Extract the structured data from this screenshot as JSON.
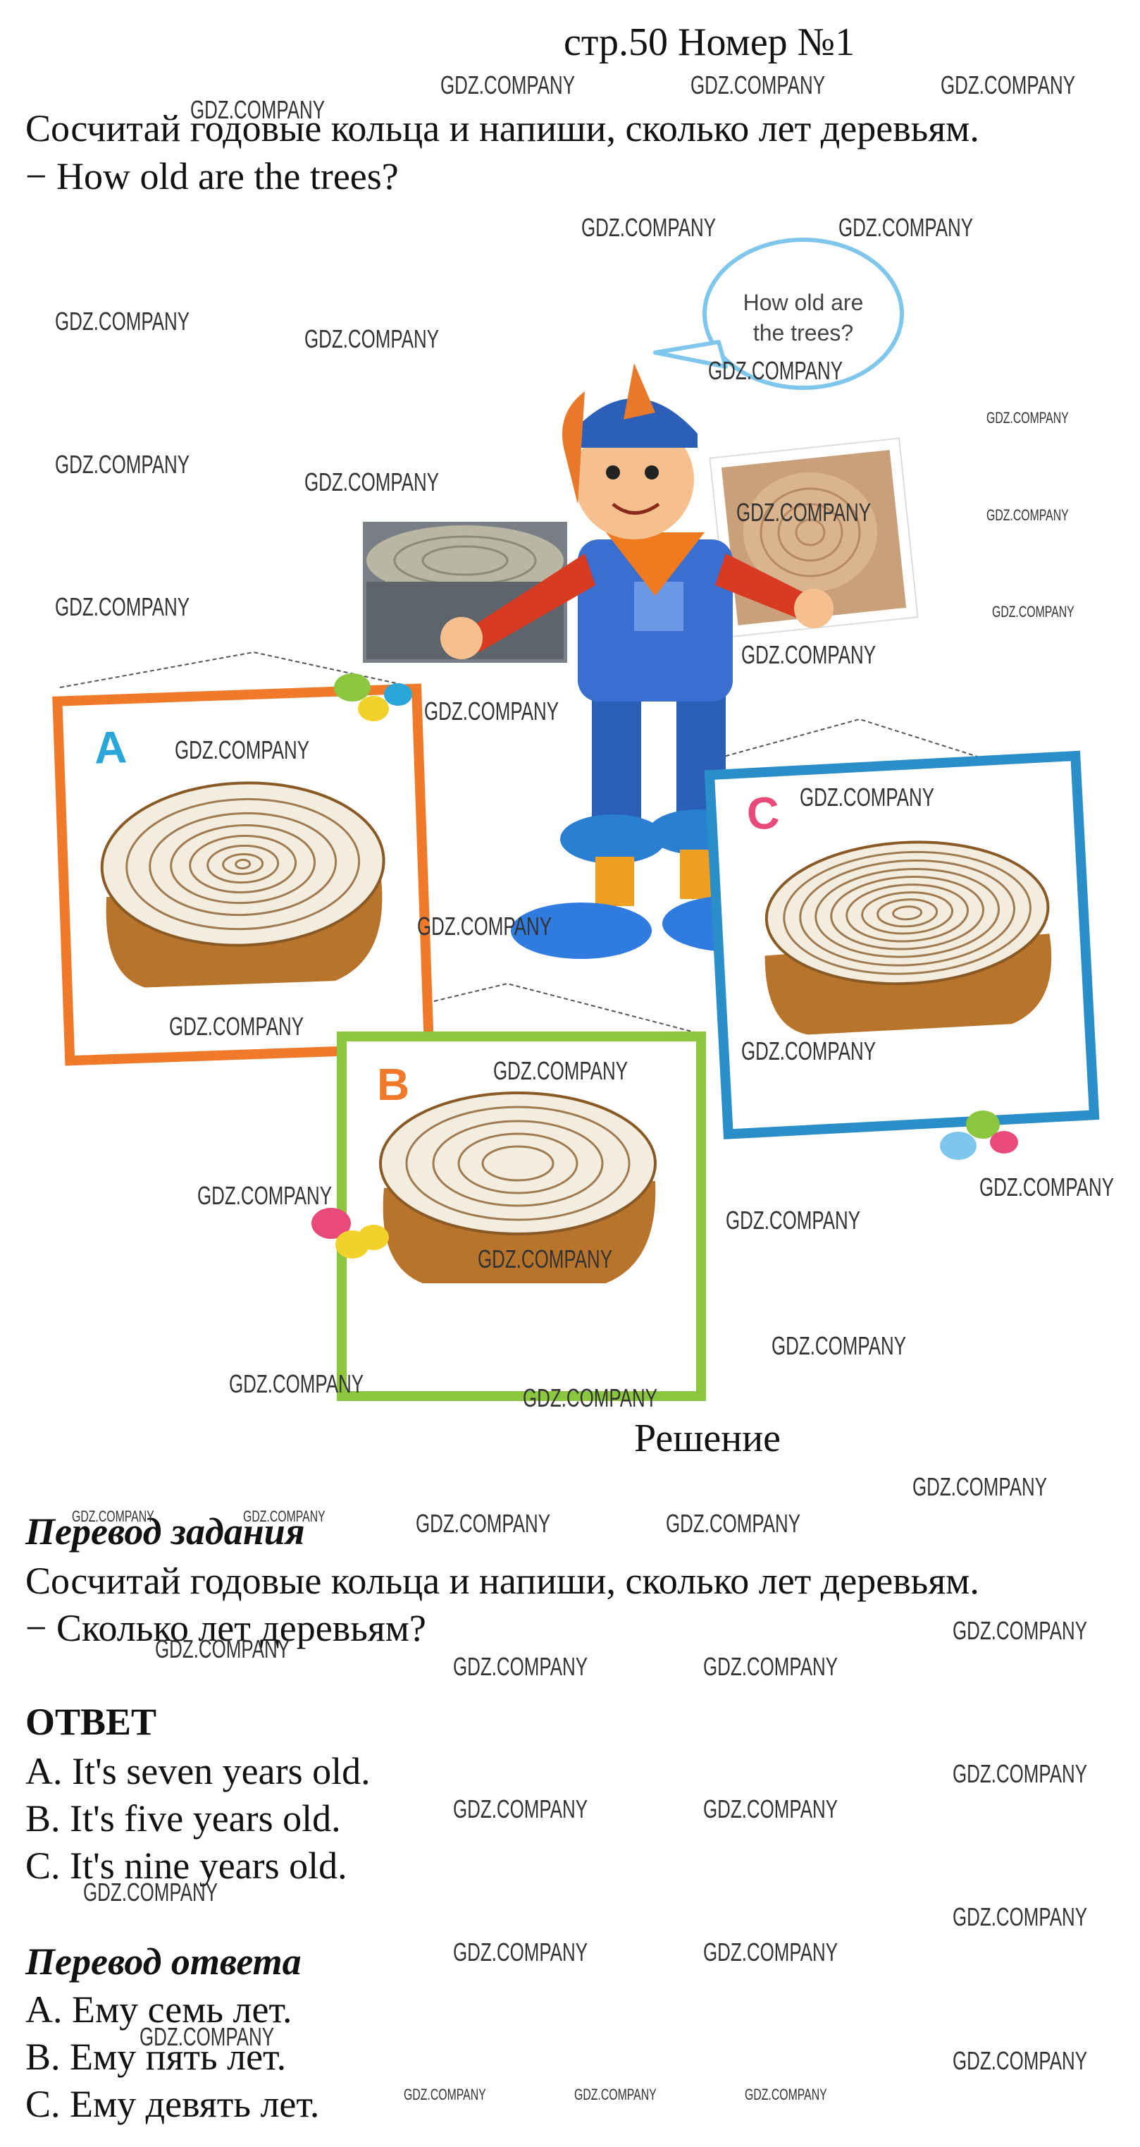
{
  "header": {
    "page_title": "стр.50 Номер №1"
  },
  "task": {
    "instruction_ru": "Сосчитай годовые кольца и напиши, сколько лет деревьям.",
    "question_en": "− How old are the trees?"
  },
  "illustration": {
    "speech_bubble": [
      "How old are",
      "the trees?"
    ],
    "cards": [
      {
        "letter": "A",
        "color": "#f07a2a"
      },
      {
        "letter": "B",
        "color": "#8cc63f"
      },
      {
        "letter": "C",
        "color": "#2a8fc9"
      }
    ]
  },
  "solution": {
    "heading": "Решение",
    "translation_heading": "Перевод задания",
    "translation_lines": [
      "Сосчитай годовые кольца и напиши, сколько лет деревьям.",
      "− Сколько лет деревьям?"
    ],
    "answer_heading": "ОТВЕТ",
    "answer_lines": [
      "A. It's seven years old.",
      "B. It's five years old.",
      "C. It's nine years old."
    ],
    "answer_translation_heading": "Перевод ответа",
    "answer_translation_lines": [
      "A. Ему семь лет.",
      "B. Ему пять лет.",
      "C. Ему девять лет."
    ]
  },
  "watermark": {
    "text": "GDZ.COMPANY"
  }
}
